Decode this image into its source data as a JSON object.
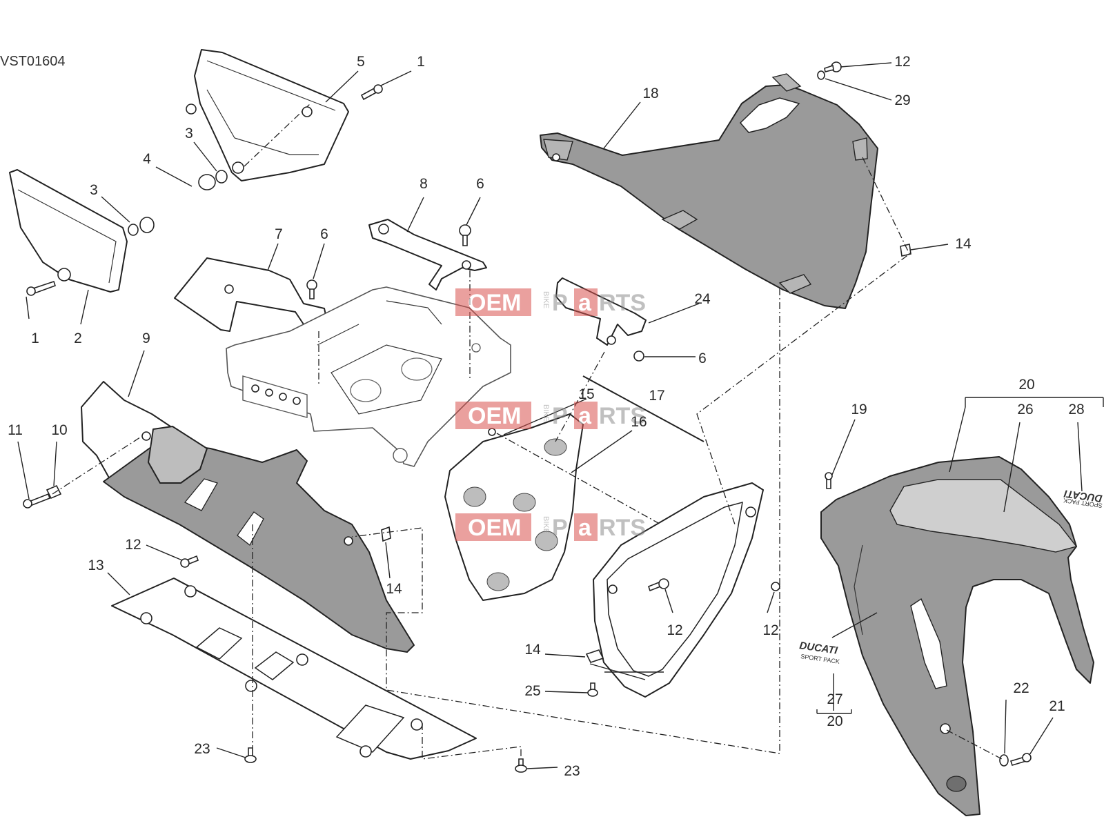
{
  "diagram": {
    "code": "VST01604",
    "watermark": {
      "left": "OEM",
      "small": "BIKE",
      "right_a": "P",
      "right_b": "a",
      "right_c": "RTS",
      "color_red": "#d9534f",
      "color_grey": "#8c8c8c"
    },
    "callouts": [
      {
        "id": "c1a",
        "text": "1"
      },
      {
        "id": "c5",
        "text": "5"
      },
      {
        "id": "c3a",
        "text": "3"
      },
      {
        "id": "c4",
        "text": "4"
      },
      {
        "id": "c3b",
        "text": "3"
      },
      {
        "id": "c1b",
        "text": "1"
      },
      {
        "id": "c2",
        "text": "2"
      },
      {
        "id": "c7",
        "text": "7"
      },
      {
        "id": "c6a",
        "text": "6"
      },
      {
        "id": "c8",
        "text": "8"
      },
      {
        "id": "c6b",
        "text": "6"
      },
      {
        "id": "c18",
        "text": "18"
      },
      {
        "id": "c12a",
        "text": "12"
      },
      {
        "id": "c29",
        "text": "29"
      },
      {
        "id": "c14a",
        "text": "14"
      },
      {
        "id": "c24",
        "text": "24"
      },
      {
        "id": "c6c",
        "text": "6"
      },
      {
        "id": "c9",
        "text": "9"
      },
      {
        "id": "c11",
        "text": "11"
      },
      {
        "id": "c10",
        "text": "10"
      },
      {
        "id": "c12b",
        "text": "12"
      },
      {
        "id": "c13",
        "text": "13"
      },
      {
        "id": "c14b",
        "text": "14"
      },
      {
        "id": "c15",
        "text": "15"
      },
      {
        "id": "c17",
        "text": "17"
      },
      {
        "id": "c16",
        "text": "16"
      },
      {
        "id": "c12c",
        "text": "12"
      },
      {
        "id": "c12d",
        "text": "12"
      },
      {
        "id": "c14c",
        "text": "14"
      },
      {
        "id": "c25",
        "text": "25"
      },
      {
        "id": "c23a",
        "text": "23"
      },
      {
        "id": "c23b",
        "text": "23"
      },
      {
        "id": "c20a",
        "text": "20"
      },
      {
        "id": "c19",
        "text": "19"
      },
      {
        "id": "c26",
        "text": "26"
      },
      {
        "id": "c28",
        "text": "28"
      },
      {
        "id": "c27",
        "text": "27"
      },
      {
        "id": "c20b",
        "text": "20"
      },
      {
        "id": "c22",
        "text": "22"
      },
      {
        "id": "c21",
        "text": "21"
      }
    ],
    "decals": {
      "decal_27_line1": "DUCATI",
      "decal_27_line2": "SPORT PACK",
      "decal_28_line1": "DUCATI",
      "decal_28_line2": "SPORT PACK"
    },
    "colors": {
      "part_fill": "#9a9a9a",
      "part_fill_light": "#b5b5b5",
      "frame_stroke": "#555555"
    }
  }
}
